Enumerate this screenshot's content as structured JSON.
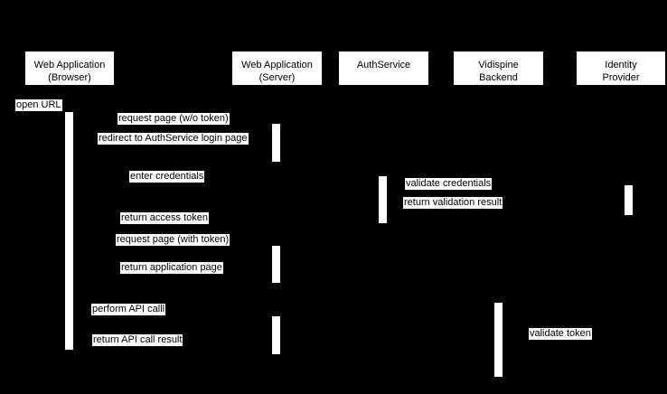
{
  "diagram": {
    "kind": "sequence-diagram",
    "background_color": "#000000",
    "box_color": "#ffffff",
    "text_color": "#000000",
    "actors": [
      {
        "id": "web-app-browser",
        "line1": "Web Application",
        "line2": "(Browser)"
      },
      {
        "id": "web-app-server",
        "line1": "Web Application",
        "line2": "(Server)"
      },
      {
        "id": "auth-service",
        "line1": "AuthService",
        "line2": ""
      },
      {
        "id": "vidispine-backend",
        "line1": "Vidispine",
        "line2": "Backend"
      },
      {
        "id": "identity-provider",
        "line1": "Identity",
        "line2": "Provider"
      }
    ],
    "messages": [
      {
        "id": "open-url",
        "text": "open URL"
      },
      {
        "id": "request-page-wo-token",
        "text": "request page (w/o token)"
      },
      {
        "id": "redirect-login-page",
        "text": "redirect to AuthService login page"
      },
      {
        "id": "enter-credentials",
        "text": "enter credentials"
      },
      {
        "id": "validate-credentials",
        "text": "validate credentials"
      },
      {
        "id": "return-validation-result",
        "text": "return validation result"
      },
      {
        "id": "return-access-token",
        "text": "return access token"
      },
      {
        "id": "request-page-with-token",
        "text": "request page (with token)"
      },
      {
        "id": "return-application-page",
        "text": "return application page"
      },
      {
        "id": "perform-api-call",
        "text": "perform API calll"
      },
      {
        "id": "return-api-call-result",
        "text": "return API call result"
      },
      {
        "id": "validate-token",
        "text": "validate token"
      }
    ]
  }
}
